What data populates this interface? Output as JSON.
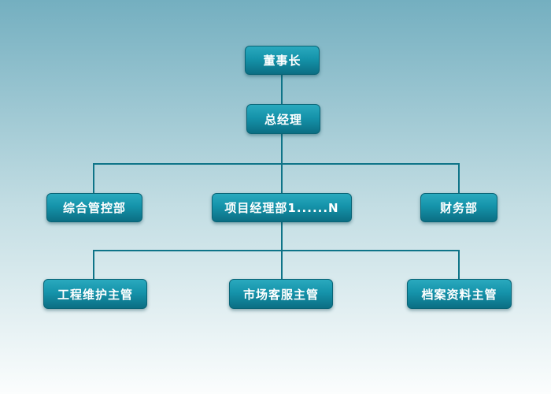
{
  "org_chart": {
    "levels": [
      {
        "nodes": [
          {
            "label": "董事长"
          }
        ]
      },
      {
        "nodes": [
          {
            "label": "总经理"
          }
        ]
      },
      {
        "nodes": [
          {
            "label": "综合管控部"
          },
          {
            "label": "项目经理部1......N"
          },
          {
            "label": "财务部"
          }
        ]
      },
      {
        "nodes": [
          {
            "label": "工程维护主管"
          },
          {
            "label": "市场客服主管"
          },
          {
            "label": "档案资料主管"
          }
        ]
      }
    ],
    "edges": [
      {
        "from": "董事长",
        "to": "总经理"
      },
      {
        "from": "总经理",
        "to": "综合管控部"
      },
      {
        "from": "总经理",
        "to": "项目经理部1......N"
      },
      {
        "from": "总经理",
        "to": "财务部"
      },
      {
        "from": "项目经理部1......N",
        "to": "工程维护主管"
      },
      {
        "from": "项目经理部1......N",
        "to": "市场客服主管"
      },
      {
        "from": "项目经理部1......N",
        "to": "档案资料主管"
      }
    ],
    "colors": {
      "node_gradient_top": "#2aa9be",
      "node_gradient_bottom": "#0b6e83",
      "node_border": "#0a6476",
      "connector": "#0e7488",
      "background_top": "#74afc0",
      "background_bottom": "#fbfdfd",
      "text": "#ffffff"
    }
  }
}
